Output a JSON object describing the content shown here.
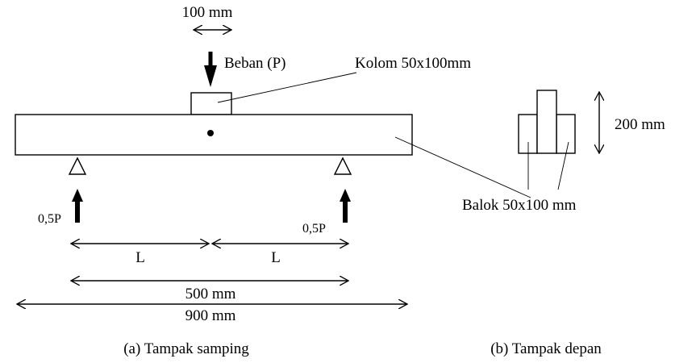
{
  "labels": {
    "column_width": "100 mm",
    "load": "Beban (P)",
    "column": "Kolom 50x100mm",
    "height": "200 mm",
    "beam": "Balok 50x100 mm",
    "reaction_left": "0,5P",
    "reaction_right": "0,5P",
    "span_left": "L",
    "span_right": "L",
    "span_total": "500 mm",
    "beam_length": "900 mm",
    "caption_side": "(a) Tampak samping",
    "caption_front": "(b) Tampak depan"
  }
}
